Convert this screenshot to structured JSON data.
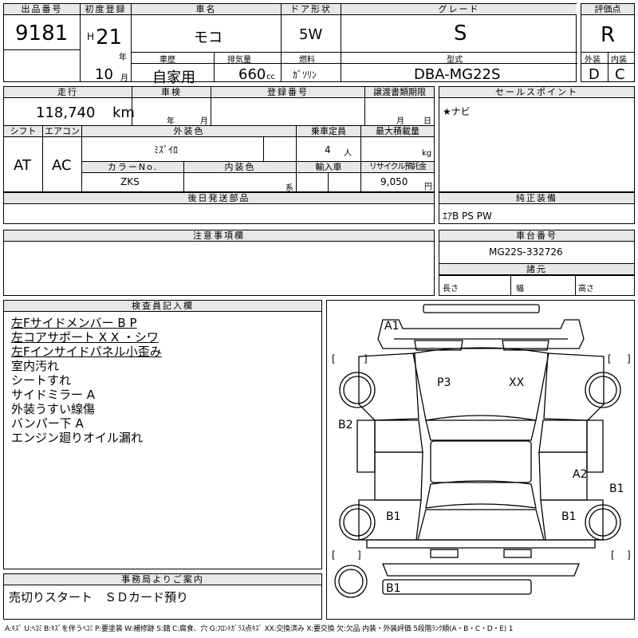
{
  "header": {
    "lot_label": "出品番号",
    "lot": "9181",
    "first_reg_label": "初度登録",
    "era": "H",
    "year": "21",
    "year_unit": "年",
    "month": "10",
    "month_unit": "月",
    "car_name_label": "車名",
    "car_name": "モコ",
    "door_label": "ドア形状",
    "door": "5W",
    "grade_label": "グレード",
    "grade": "S",
    "score_label": "評価点",
    "score": "R",
    "history_label": "車歴",
    "history": "自家用",
    "displacement_label": "排気量",
    "displacement": "660",
    "displacement_unit": "cc",
    "fuel_label": "燃料",
    "fuel": "ｶﾞｿﾘﾝ",
    "model_label": "型式",
    "model": "DBA-MG22S",
    "exterior_label": "外装",
    "exterior": "D",
    "interior_label": "内装",
    "interior": "C"
  },
  "row2": {
    "mileage_label": "走行",
    "mileage": "118,740",
    "mileage_unit": "km",
    "inspection_label": "車検",
    "insp_year_unit": "年",
    "insp_month_unit": "月",
    "regno_label": "登録番号",
    "transfer_label": "譲渡書類期限",
    "transfer_month_unit": "月",
    "transfer_day_unit": "日",
    "selling_label": "セールスポイント",
    "selling": "★ナビ",
    "shift_label": "シフト",
    "shift": "AT",
    "ac_label": "エアコン",
    "ac": "AC",
    "ext_color_label": "外装色",
    "ext_color": "ﾐｽﾞｲﾛ",
    "capacity_label": "乗車定員",
    "capacity": "4",
    "capacity_unit": "人",
    "maxload_label": "最大積載量",
    "maxload_unit": "kg",
    "color_no_label": "カラーNo.",
    "color_no": "ZKS",
    "int_color_label": "内装色",
    "int_color_unit": "系",
    "import_label": "輸入車",
    "recycle_label": "リサイクル預託金",
    "recycle": "9,050",
    "recycle_unit": "円"
  },
  "parts": {
    "label": "後日発送部品"
  },
  "equip": {
    "label": "純正装備",
    "value": "ｴｱB PS PW"
  },
  "notes": {
    "label": "注意事項欄"
  },
  "chassis": {
    "label": "車台番号",
    "value": "MG22S-332726"
  },
  "dims": {
    "label": "諸元",
    "length": "長さ",
    "width": "幅",
    "height": "高さ"
  },
  "inspector": {
    "label": "検査員記入欄",
    "lines": [
      "左Fサイドメンバー B P",
      "左コアサポート X X ・シワ",
      "左Fインサイドパネル小歪み",
      "室内汚れ",
      "シートすれ",
      "サイドミラー A",
      "外装うすい線傷",
      "バンパー下 A",
      "エンジン廻りオイル漏れ"
    ]
  },
  "office": {
    "label": "事務局よりご案内",
    "text": "売切りスタート　ＳＤカード預り"
  },
  "diagram": {
    "marks": [
      "A1",
      "P3",
      "XX",
      "B2",
      "A2",
      "B1",
      "B1",
      "B1",
      "B1"
    ],
    "bracket_open": "[",
    "bracket_close": "]"
  },
  "legend": "A:ｷｽﾞ U:ﾍｺﾐ B:ｷｽﾞを伴うﾍｺﾐ P:要塗装 W:補修跡 S:錆 C:腐食、穴 G:ﾌﾛﾝﾄｶﾞﾗｽ点ｷｽﾞ XX:交換済み X:要交換 欠:欠品 内装・外装評価 5段階ﾗﾝｸ順(A・B・C・D・E) 1"
}
